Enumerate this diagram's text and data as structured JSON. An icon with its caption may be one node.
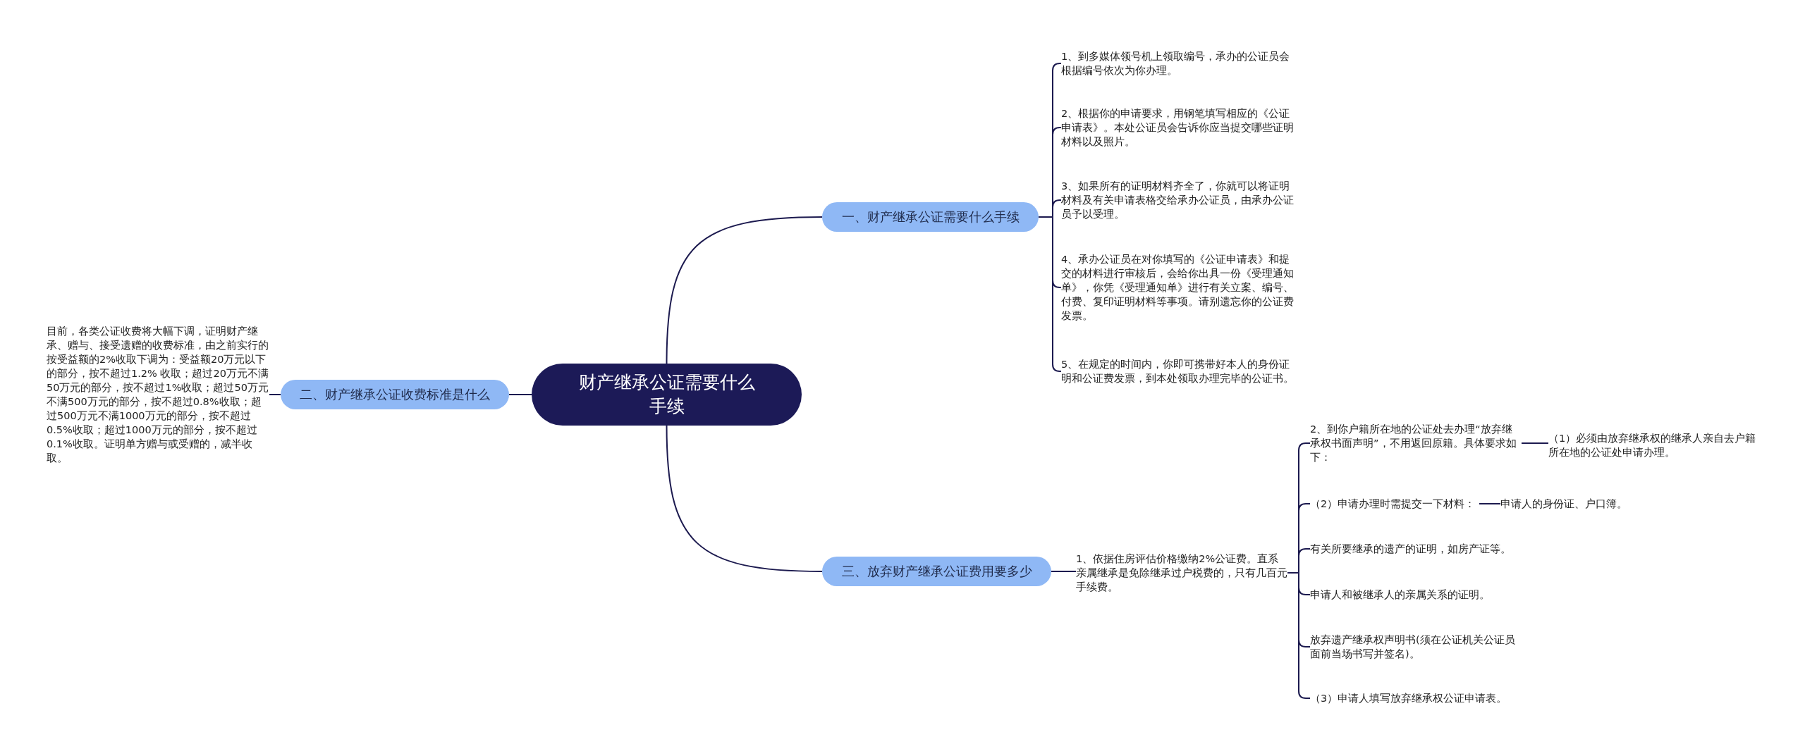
{
  "diagram": {
    "nodes": [
      {
        "text": [
          "财产继承公证需要什么手续"
        ]
      },
      {
        "text": [
          "一、财产继承公证需要什么手续"
        ]
      },
      {
        "text": [
          "1、到多媒体领号机上领取编号，承办的公证员会根据编号依次为你办理。"
        ]
      },
      {
        "text": [
          "2、根据你的申请要求，用钢笔填写相应的《公证申请表》。本处公证员会告诉你应当提交哪些证明材料以及照片。"
        ]
      },
      {
        "text": [
          "3、如果所有的证明材料齐全了，你就可以将证明材料及有关申请表格交给承办公证员，由承办公证员予以受理。"
        ]
      },
      {
        "text": [
          "4、承办公证员在对你填写的《公证申请表》和提交的材料进行审核后，会给你出具一份《受理通知单》，你凭《受理通知单》进行有关立案、编号、付费、复印证明材料等事项。请别遗忘你的公证费发票。"
        ]
      },
      {
        "text": [
          "5、在规定的时间内，你即可携带好本人的身份证明和公证费发票，到本处领取办理完毕的公证书。"
        ]
      },
      {
        "text": [
          "二、财产继承公证收费标准是什么"
        ]
      },
      {
        "text": [
          "目前，各类公证收费将大幅下调，证明财产继承、赠与、接受遗赠的收费标准，由之前实行的按受益额的2%收取下调为：受益额20万元以下的部分，按不超过1.2% 收取；超过20万元不满50万元的部分，按不超过1%收取；超过50万元不满500万元的部分，按不超过0.8%收取；超过500万元不满1000万元的部分，按不超过0.5%收取；超过1000万元的部分，按不超过0.1%收取。证明单方赠与或受赠的，减半收取。"
        ]
      },
      {
        "text": [
          "三、放弃财产继承公证费用要多少"
        ]
      },
      {
        "text": [
          "1、依据住房评估价格缴纳2%公证费。直系亲属继承是免除继承过户税费的，只有几百元手续费。"
        ]
      },
      {
        "text": [
          "2、到你户籍所在地的公证处去办理“放弃继承权书面声明”，不用返回原籍。具体要求如下："
        ]
      },
      {
        "text": [
          "（1）必须由放弃继承权的继承人亲自去户籍所在地的公证处申请办理。"
        ]
      },
      {
        "text": [
          "（2）申请办理时需提交一下材料："
        ]
      },
      {
        "text": [
          "申请人的身份证、户口簿。"
        ]
      },
      {
        "text": [
          "有关所要继承的遗产的证明，如房产证等。"
        ]
      },
      {
        "text": [
          "申请人和被继承人的亲属关系的证明。"
        ]
      },
      {
        "text": [
          "放弃遗产继承权声明书(须在公证机关公证员面前当场书写并签名)。"
        ]
      },
      {
        "text": [
          "（3）申请人填写放弃继承权公证申请表。"
        ]
      }
    ],
    "edges": [
      {
        "from": 0,
        "to": 1,
        "arrow": "none"
      },
      {
        "from": 1,
        "to": 2,
        "arrow": "none"
      },
      {
        "from": 1,
        "to": 3,
        "arrow": "none"
      },
      {
        "from": 1,
        "to": 4,
        "arrow": "none"
      },
      {
        "from": 1,
        "to": 5,
        "arrow": "none"
      },
      {
        "from": 1,
        "to": 6,
        "arrow": "none"
      },
      {
        "from": 0,
        "to": 7,
        "arrow": "none"
      },
      {
        "from": 7,
        "to": 8,
        "arrow": "none"
      },
      {
        "from": 0,
        "to": 9,
        "arrow": "none"
      },
      {
        "from": 9,
        "to": 10,
        "arrow": "none"
      },
      {
        "from": 10,
        "to": 11,
        "arrow": "none"
      },
      {
        "from": 11,
        "to": 12,
        "arrow": "none"
      },
      {
        "from": 10,
        "to": 13,
        "arrow": "none"
      },
      {
        "from": 13,
        "to": 14,
        "arrow": "none"
      },
      {
        "from": 10,
        "to": 15,
        "arrow": "none"
      },
      {
        "from": 10,
        "to": 16,
        "arrow": "none"
      },
      {
        "from": 10,
        "to": 17,
        "arrow": "none"
      },
      {
        "from": 10,
        "to": 18,
        "arrow": "none"
      }
    ]
  }
}
